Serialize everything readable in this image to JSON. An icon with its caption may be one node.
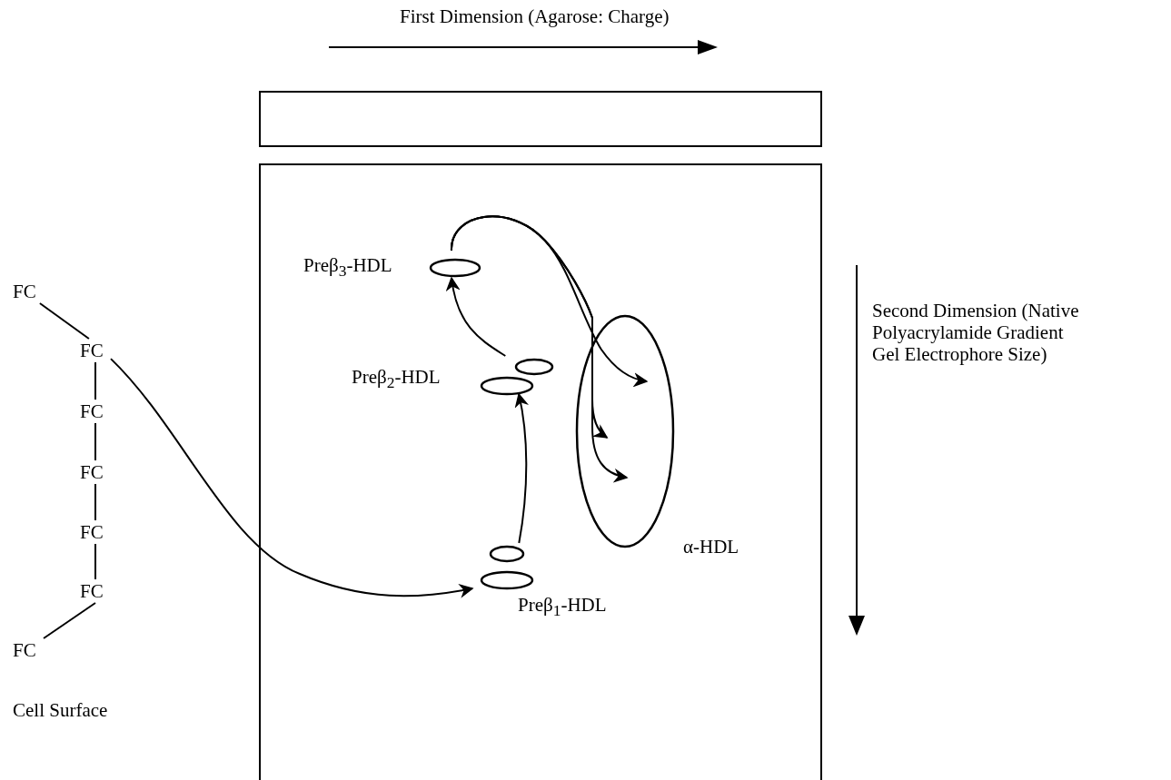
{
  "diagram": {
    "nodes": [
      {
        "text": [
          "FC"
        ]
      },
      {
        "text": [
          "FC"
        ]
      },
      {
        "text": [
          "FC"
        ]
      },
      {
        "text": [
          "FC"
        ]
      },
      {
        "text": [
          "FC"
        ]
      },
      {
        "text": [
          "FC"
        ]
      },
      {
        "text": [
          "FC"
        ]
      },
      {
        "text": [],
        "shape": "box"
      },
      {
        "text": [],
        "shape": "box"
      },
      {
        "text": [
          "Preβ$_{3}$-HDL"
        ],
        "in": 8
      },
      {
        "text": [
          "Preβ$_{2}$-HDL"
        ],
        "in": 8
      },
      {
        "text": [
          "α-HDL"
        ],
        "in": 8
      },
      {
        "text": [
          "Preβ$_{1}$-HDL"
        ],
        "in": 8
      }
    ],
    "edges": [
      {
        "from": 0,
        "to": 1,
        "arrow": "none"
      },
      {
        "from": 1,
        "to": 2,
        "arrow": "none"
      },
      {
        "from": 2,
        "to": 3,
        "arrow": "none"
      },
      {
        "from": 3,
        "to": 4,
        "arrow": "none"
      },
      {
        "from": 4,
        "to": 5,
        "arrow": "none"
      },
      {
        "from": 5,
        "to": 6,
        "arrow": "none"
      },
      {
        "from": 1,
        "to": 12,
        "arrow": "to"
      },
      {
        "from": 12,
        "to": 10,
        "arrow": "to"
      },
      {
        "from": 10,
        "to": 9,
        "arrow": "to"
      },
      {
        "from": 9,
        "to": 11,
        "arrow": "to"
      },
      {
        "from": 9,
        "to": 11,
        "arrow": "to"
      },
      {
        "from": 9,
        "to": 11,
        "arrow": "to"
      }
    ],
    "labels": [
      "First Dimension (Agarose: Charge)",
      "Second Dimension (Native Polyacrylamide Gradient Gel Electrophore Size)",
      "Cell Surface"
    ]
  }
}
